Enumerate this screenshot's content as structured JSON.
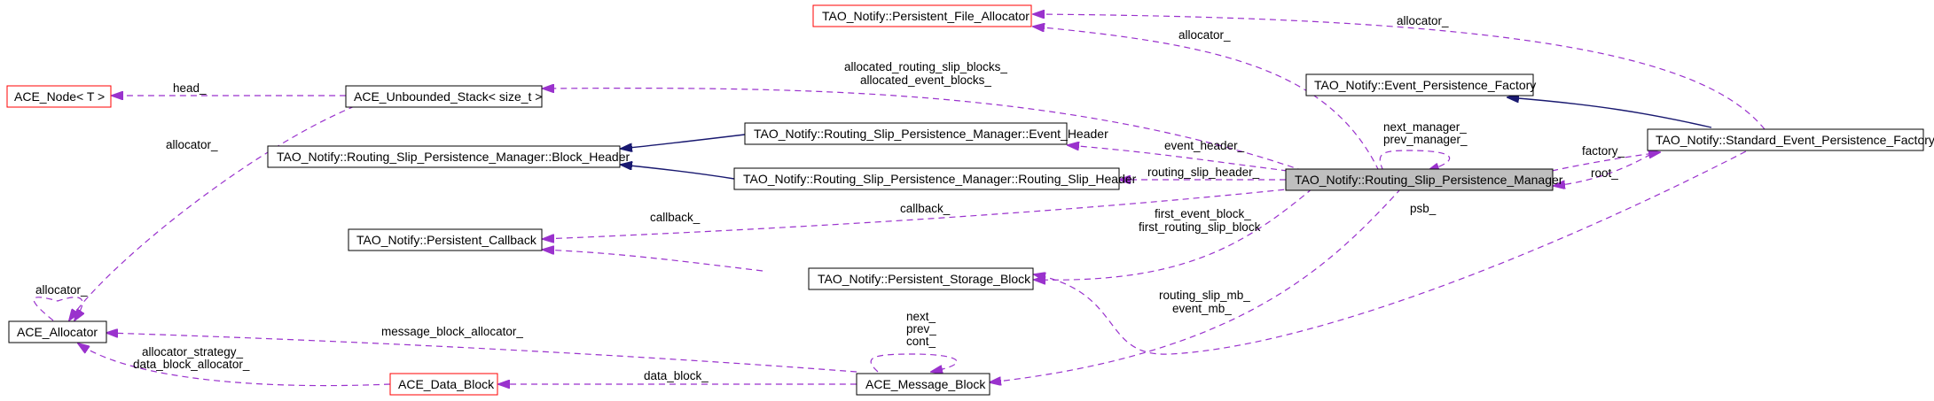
{
  "colors": {
    "use_edge": "#9a32cd",
    "inherit_edge": "#191970",
    "red_border": "#ff0000",
    "focus_fill": "#bfbfbf"
  },
  "nodes": {
    "persistent_file_allocator": "TAO_Notify::Persistent_File_Allocator",
    "ace_node": "ACE_Node< T >",
    "unbounded_stack": "ACE_Unbounded_Stack< size_t >",
    "event_persistence_factory": "TAO_Notify::Event_Persistence_Factory",
    "event_header": "TAO_Notify::Routing_Slip_Persistence_Manager::Event_Header",
    "block_header": "TAO_Notify::Routing_Slip_Persistence_Manager::Block_Header",
    "routing_slip_header": "TAO_Notify::Routing_Slip_Persistence_Manager::Routing_Slip_Header",
    "routing_slip_persistence_manager": "TAO_Notify::Routing_Slip_Persistence_Manager",
    "standard_event_persistence_factory": "TAO_Notify::Standard_Event_Persistence_Factory",
    "persistent_callback": "TAO_Notify::Persistent_Callback",
    "persistent_storage_block": "TAO_Notify::Persistent_Storage_Block",
    "ace_allocator": "ACE_Allocator",
    "ace_data_block": "ACE_Data_Block",
    "ace_message_block": "ACE_Message_Block"
  },
  "edge_labels": {
    "allocator_top_right": "allocator_",
    "allocator_top_mid": "allocator_",
    "allocated_blocks_1": "allocated_routing_slip_blocks_",
    "allocated_blocks_2": "allocated_event_blocks_",
    "head": "head_",
    "allocator_left": "allocator_",
    "allocator_self": "allocator_",
    "next_manager": "next_manager_",
    "prev_manager": "prev_manager_",
    "event_header": "event_header_",
    "factory": "factory_",
    "routing_slip_header": "routing_slip_header_",
    "root": "root_",
    "callback_long": "callback_",
    "callback_short": "callback_",
    "first_event_block": "first_event_block_",
    "first_routing_slip_block": "first_routing_slip_block",
    "psb": "psb_",
    "routing_slip_mb": "routing_slip_mb_",
    "event_mb": "event_mb_",
    "next": "next_",
    "prev": "prev_",
    "cont": "cont_",
    "message_block_allocator": "message_block_allocator_",
    "allocator_strategy": "allocator_strategy_",
    "data_block_allocator": "data_block_allocator_",
    "data_block": "data_block_"
  }
}
